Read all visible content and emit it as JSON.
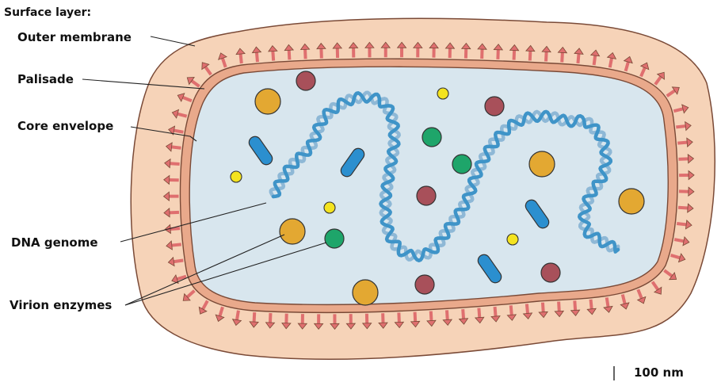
{
  "labels": {
    "title": "Surface layer:",
    "outer_membrane": "Outer membrane",
    "palisade": "Palisade",
    "core_envelope": "Core envelope",
    "dna_genome": "DNA genome",
    "virion_enzymes": "Virion enzymes",
    "scale": "100 nm"
  },
  "colors": {
    "outer_membrane": "#f6d3b8",
    "outline": "#7a4a37",
    "palisade_spike": "#df6f6f",
    "core_fill": "#d8e6ee",
    "dna_dark": "#3f94c8",
    "dna_light": "#8eb8d6",
    "enzyme_orange": "#e3a832",
    "enzyme_yellow": "#f4e31f",
    "enzyme_red": "#a8505a",
    "enzyme_green": "#1ea56a",
    "enzyme_blue": "#2b8fcf"
  }
}
